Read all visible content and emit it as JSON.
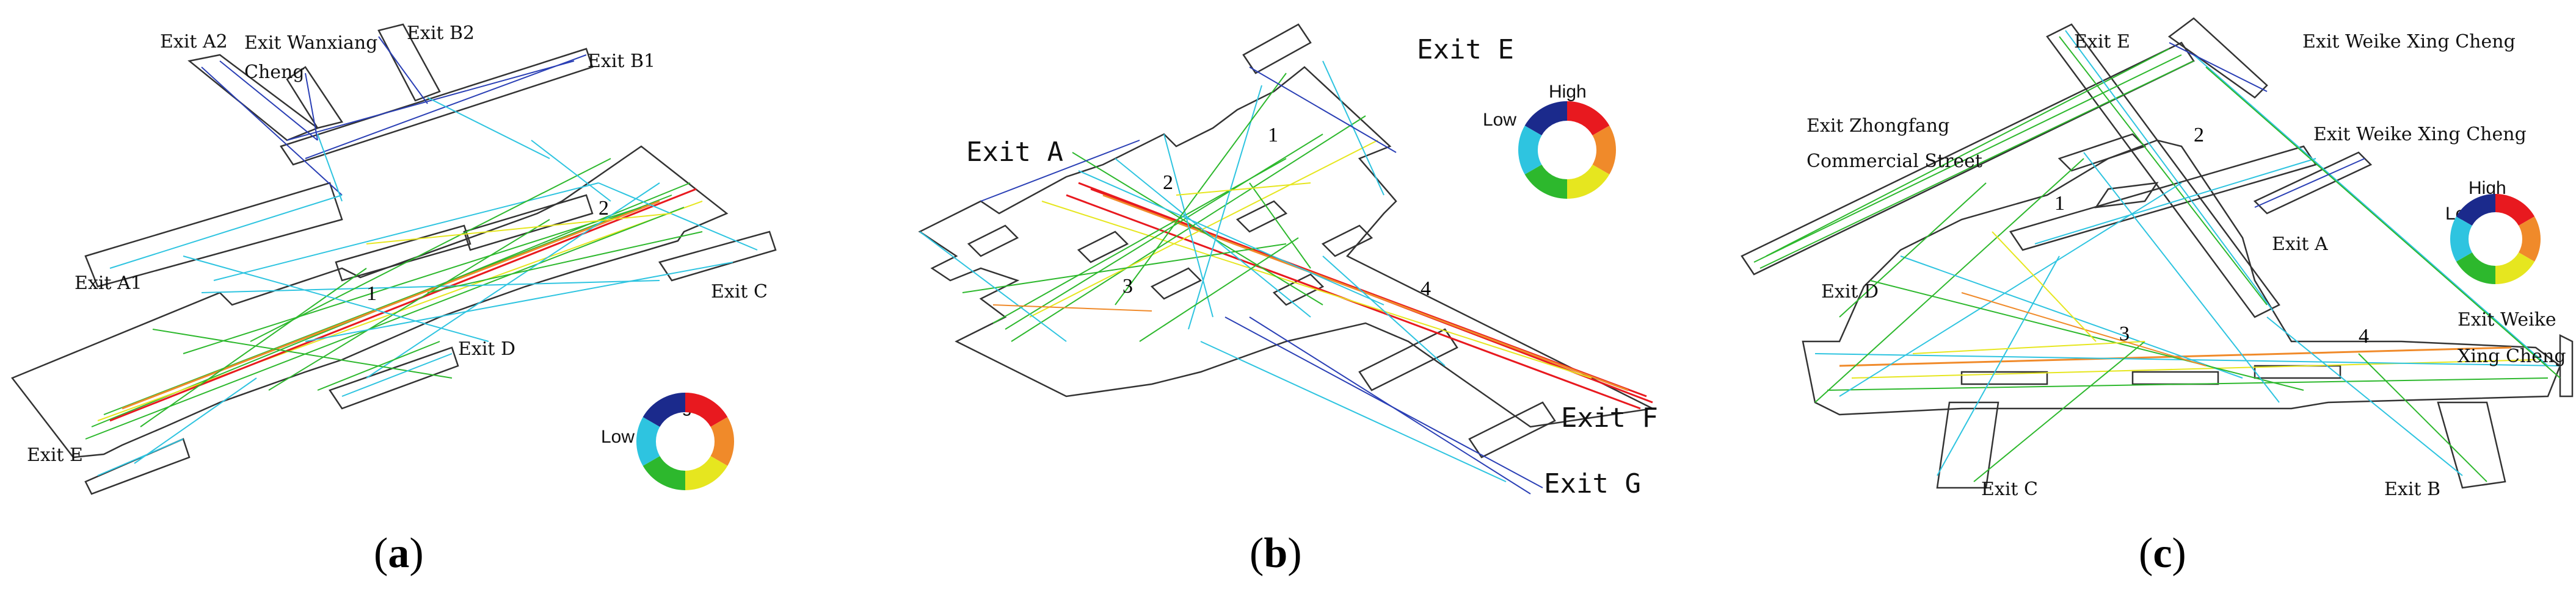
{
  "panels": [
    {
      "id": "a",
      "caption_open": "(",
      "caption_letter": "a",
      "caption_close": ")",
      "exits": [
        "Exit A2",
        "Exit Wanxiang",
        "Cheng",
        "Exit B2",
        "Exit B1",
        "Exit A1",
        "Exit C",
        "Exit D",
        "Exit E"
      ],
      "nodes": [
        "1",
        "2"
      ],
      "legend": {
        "low": "Low",
        "high": "High"
      }
    },
    {
      "id": "b",
      "caption_open": "(",
      "caption_letter": "b",
      "caption_close": ")",
      "exits": [
        "Exit E",
        "Exit A",
        "Exit F",
        "Exit G"
      ],
      "nodes": [
        "1",
        "2",
        "3",
        "4"
      ],
      "legend": {
        "low": "Low",
        "high": "High"
      }
    },
    {
      "id": "c",
      "caption_open": "(",
      "caption_letter": "c",
      "caption_close": ")",
      "exits": [
        "Exit E",
        "Exit Weike Xing Cheng",
        "Exit Zhongfang",
        "Commercial Street",
        "Exit Weike Xing Cheng",
        "Exit A",
        "Exit D",
        "Exit Weike",
        "Xing Cheng",
        "Exit C",
        "Exit B"
      ],
      "nodes": [
        "1",
        "2",
        "3",
        "4"
      ],
      "legend": {
        "low": "Low",
        "high": "High"
      }
    }
  ],
  "colors": {
    "high": "#e8191f",
    "mid_high": "#f08a2a",
    "mid": "#e6e61f",
    "mid_low": "#2db82d",
    "low": "#2ec4e0",
    "lowest": "#2a3fb5"
  }
}
